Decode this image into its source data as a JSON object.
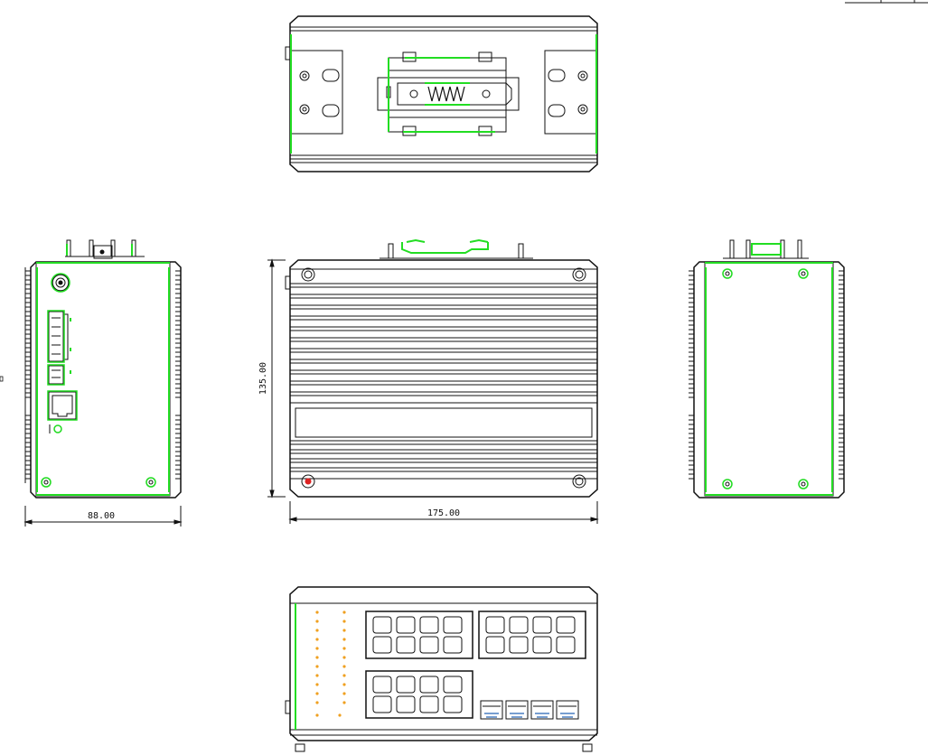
{
  "dimensions": {
    "side_width": "88.00",
    "front_height": "135.00",
    "front_width": "175.00"
  },
  "colors": {
    "outline": "#111111",
    "highlight": "#22dd22",
    "led": "#f0a020",
    "port_blue": "#4a7fc0",
    "mark_red": "#dd2222"
  },
  "views": [
    "top-view",
    "left-side-view",
    "front-view",
    "right-side-view",
    "bottom-view"
  ]
}
